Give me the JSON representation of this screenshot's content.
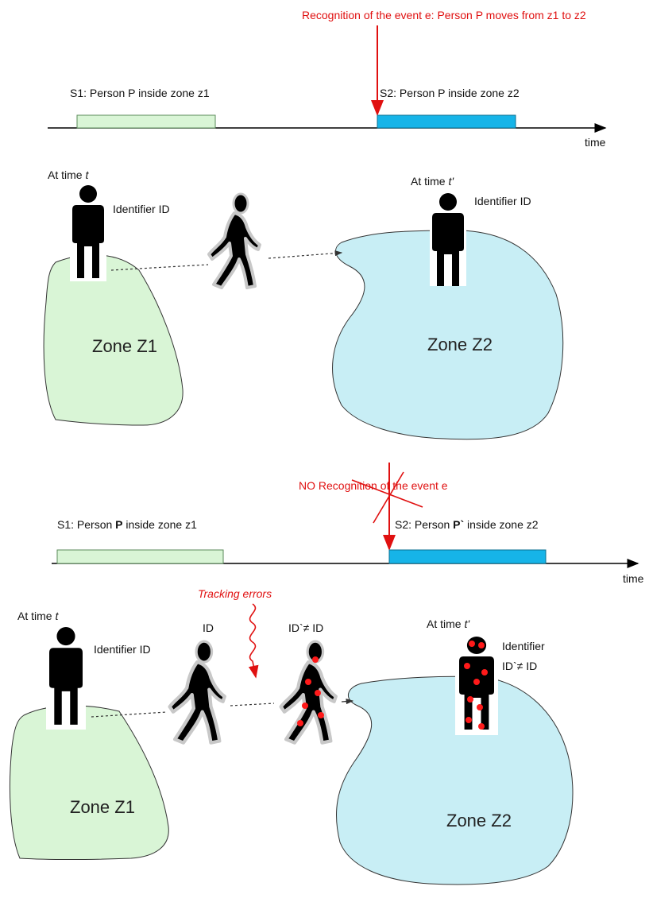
{
  "colors": {
    "red": "#e01010",
    "zone1_fill": "#d9f5d6",
    "zone2_fill": "#c8eef5",
    "bar1_fill": "#d9f5d6",
    "bar2_fill": "#16b4e8",
    "figure": "#000000",
    "tracking_dot": "#ff1a1a"
  },
  "top": {
    "event_label": "Recognition of the event e: Person P moves from z1 to z2",
    "s1_label": "S1: Person P inside zone z1",
    "s2_label": "S2: Person P inside zone z2",
    "time_label": "time",
    "at_time_t": "At time ",
    "t_symbol": "t",
    "at_time_t_prime": "At time ",
    "t_prime_symbol": "t'",
    "identifier_left": "Identifier ID",
    "identifier_right": "Identifier ID",
    "zone1_label": "Zone Z1",
    "zone2_label": "Zone Z2",
    "icons": [
      "standing-person-icon",
      "walking-person-icon",
      "standing-person-icon"
    ]
  },
  "bottom": {
    "no_event_label": "NO Recognition of the event e",
    "s1_prefix": "S1: Person ",
    "s1_bold": "P",
    "s1_suffix": " inside zone z1",
    "s2_prefix": "S2: Person ",
    "s2_bold": "P`",
    "s2_suffix": " inside zone z2",
    "time_label": "time",
    "tracking_errors": "Tracking errors",
    "at_time_t": "At time ",
    "t_symbol": "t",
    "at_time_t_prime": "At time ",
    "t_prime_symbol": "t'",
    "identifier_left": "Identifier ID",
    "walker1_id": "ID",
    "walker2_id": "ID`≠ ID",
    "identifier_right_line1": "Identifier",
    "identifier_right_line2": "ID`≠ ID",
    "zone1_label": "Zone Z1",
    "zone2_label": "Zone Z2",
    "icons": [
      "standing-person-icon",
      "walking-person-icon",
      "walking-person-icon",
      "standing-person-icon",
      "cross-out-icon",
      "squiggle-arrow-icon"
    ]
  }
}
